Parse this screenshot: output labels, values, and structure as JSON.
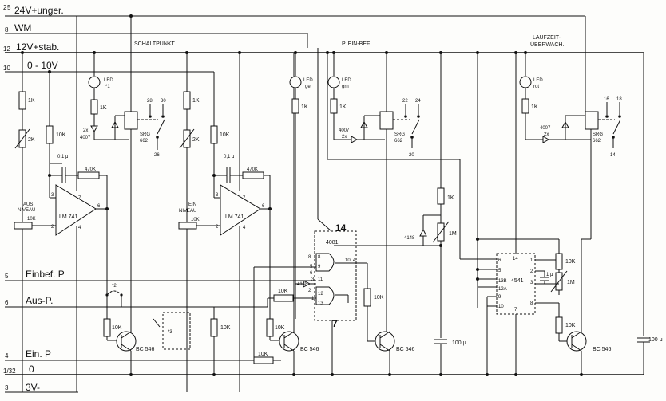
{
  "rails": [
    {
      "num": "2",
      "num2": "5",
      "label": "24V+unger."
    },
    {
      "num": "8",
      "label": "WM"
    },
    {
      "num": "12",
      "label": "12V+stab."
    },
    {
      "num": "10",
      "label": "0 - 10V"
    },
    {
      "num": "5",
      "label": "Einbef. P"
    },
    {
      "num": "6",
      "label": "Aus-P."
    },
    {
      "num": "4",
      "label": "Ein. P"
    },
    {
      "num": "1/32",
      "label": "0"
    },
    {
      "num": "3",
      "label": "3V-"
    }
  ],
  "sections": {
    "schaltpunkt": "SCHALTPUNKT",
    "p_ein_bef": "P. EIN-BEF.",
    "laufzeit_1": "LAUFZEIT-",
    "laufzeit_2": "ÜBERWACH."
  },
  "resistors": {
    "r_1k_a": "1K",
    "r_2k_a": "2K",
    "r_10k_a": "10K",
    "r_470k_a": "470K",
    "r_10k_aus": "10K",
    "r_1k_led1": "1K",
    "r_10k_b": "10K",
    "r_1k_b": "1K",
    "r_2k_b": "2K",
    "r_10k_c": "10K",
    "r_470k_b": "470K",
    "r_10k_ein": "10K",
    "r_1k_ge": "1K",
    "r_1k_grn": "1K",
    "r_10k_d": "10K",
    "r_10k_e": "10K",
    "r_10k_f": "10K",
    "r_10k_g": "10K",
    "r_10k_h": "10K",
    "r_1k_mid": "1K",
    "r_1m_mid": "1M",
    "r_1k_rot": "1K",
    "r_10k_t": "10K",
    "r_1m_t": "1M",
    "r_10k_u": "10K",
    "r_10k_base": "10K",
    "r_10k_base2": "10K"
  },
  "caps": {
    "c1": "0,1 μ",
    "c2": "0,1 μ",
    "c3": "100 μ",
    "c4": "100 μ",
    "c5": "1 μ"
  },
  "opamps": {
    "op1": "LM 741",
    "op2": "LM 741"
  },
  "opamp_pins": {
    "p3": "3",
    "p7": "7",
    "p6": "6",
    "p2": "2",
    "p4": "4"
  },
  "niveau": {
    "aus_1": "AUS",
    "aus_2": "NIVEAU",
    "ein_1": "EIN",
    "ein_2": "NIVEAU"
  },
  "leds": {
    "led1": "LED",
    "led1_sub": "*1",
    "led_ge": "LED",
    "led_ge_sub": "ge",
    "led_grn": "LED",
    "led_grn_sub": "grn",
    "led_rot": "LED",
    "led_rot_sub": "rot"
  },
  "diodes": {
    "d1_a": "2x",
    "d1_b": "4007",
    "d2_a": "4007",
    "d2_b": "2x",
    "d3_a": "4007",
    "d3_b": "2x",
    "d4": "4148"
  },
  "relays": {
    "rel1_a": "SRG",
    "rel1_b": "662",
    "rel1_t1": "28",
    "rel1_t2": "30",
    "rel1_t3": "26",
    "rel2_a": "SRG",
    "rel2_b": "662",
    "rel2_t1": "22",
    "rel2_t2": "24",
    "rel2_t3": "20",
    "rel3_a": "SRG",
    "rel3_b": "662",
    "rel3_t1": "16",
    "rel3_t2": "18",
    "rel3_t3": "14"
  },
  "ic4081": {
    "name": "4081",
    "vdd": "14",
    "vss": "7",
    "pins": [
      "8",
      "9",
      "10",
      "4",
      "5",
      "6",
      "3",
      "11",
      "12",
      "13",
      "1",
      "2"
    ]
  },
  "ic4541": {
    "name": "4541",
    "pins": [
      "6",
      "14",
      "1",
      "5",
      "13B",
      "12A",
      "9",
      "10",
      "7",
      "2",
      "3",
      "8"
    ]
  },
  "transistors": {
    "t1": "BC 546",
    "t2": "BC 546",
    "t3": "BC 546",
    "t4": "BC 546"
  },
  "jumpers": {
    "j2": "*2",
    "j3": "*3"
  }
}
